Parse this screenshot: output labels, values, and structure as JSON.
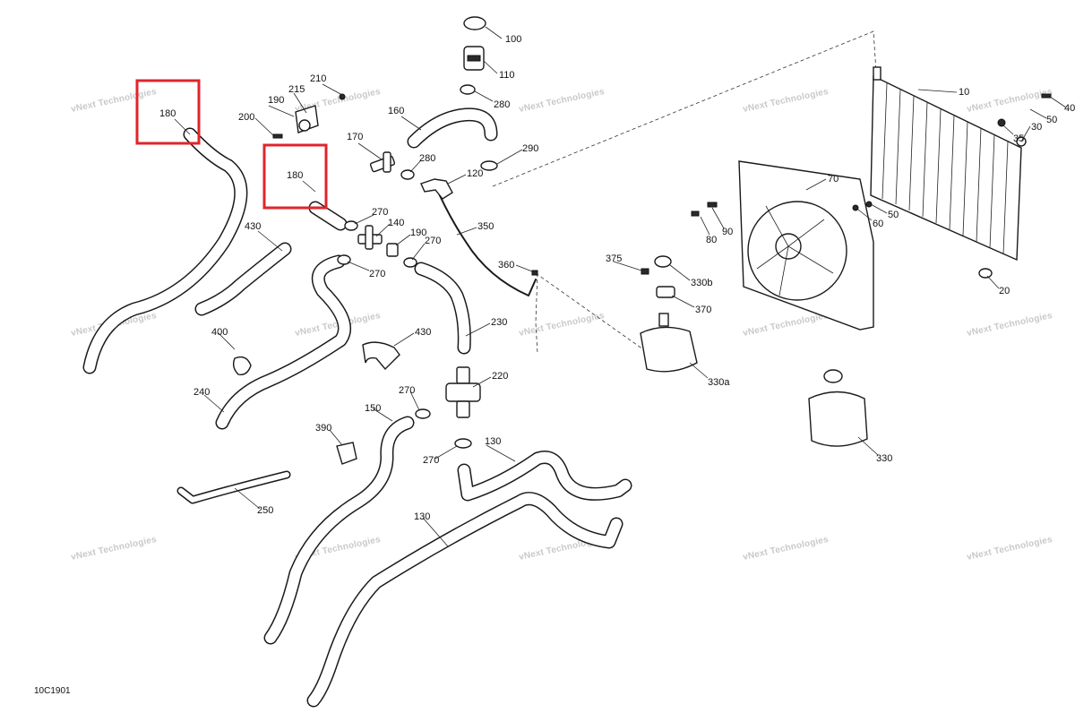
{
  "diagram": {
    "ref_code": "10C1901",
    "watermark": "vNext Technologies",
    "highlight_color": "#e0242b",
    "labels": [
      {
        "id": "l100",
        "text": "100"
      },
      {
        "id": "l110",
        "text": "110"
      },
      {
        "id": "l280a",
        "text": "280"
      },
      {
        "id": "l290",
        "text": "290"
      },
      {
        "id": "l160",
        "text": "160"
      },
      {
        "id": "l170",
        "text": "170"
      },
      {
        "id": "l280b",
        "text": "280"
      },
      {
        "id": "l120",
        "text": "120"
      },
      {
        "id": "l210",
        "text": "210"
      },
      {
        "id": "l215",
        "text": "215"
      },
      {
        "id": "l190a",
        "text": "190"
      },
      {
        "id": "l200",
        "text": "200"
      },
      {
        "id": "l180a",
        "text": "180"
      },
      {
        "id": "l180b",
        "text": "180"
      },
      {
        "id": "l270a",
        "text": "270"
      },
      {
        "id": "l140",
        "text": "140"
      },
      {
        "id": "l190b",
        "text": "190"
      },
      {
        "id": "l270b",
        "text": "270"
      },
      {
        "id": "l270c",
        "text": "270"
      },
      {
        "id": "l350",
        "text": "350"
      },
      {
        "id": "l360",
        "text": "360"
      },
      {
        "id": "l430a",
        "text": "430"
      },
      {
        "id": "l430b",
        "text": "430"
      },
      {
        "id": "l400",
        "text": "400"
      },
      {
        "id": "l240",
        "text": "240"
      },
      {
        "id": "l230",
        "text": "230"
      },
      {
        "id": "l220",
        "text": "220"
      },
      {
        "id": "l270d",
        "text": "270"
      },
      {
        "id": "l150",
        "text": "150"
      },
      {
        "id": "l270e",
        "text": "270"
      },
      {
        "id": "l390",
        "text": "390"
      },
      {
        "id": "l130a",
        "text": "130"
      },
      {
        "id": "l130b",
        "text": "130"
      },
      {
        "id": "l250",
        "text": "250"
      },
      {
        "id": "l375",
        "text": "375"
      },
      {
        "id": "l330b",
        "text": "330b"
      },
      {
        "id": "l370",
        "text": "370"
      },
      {
        "id": "l330a",
        "text": "330a"
      },
      {
        "id": "l330",
        "text": "330"
      },
      {
        "id": "l70",
        "text": "70"
      },
      {
        "id": "l80",
        "text": "80"
      },
      {
        "id": "l90",
        "text": "90"
      },
      {
        "id": "l60",
        "text": "60"
      },
      {
        "id": "l50a",
        "text": "50"
      },
      {
        "id": "l10",
        "text": "10"
      },
      {
        "id": "l40",
        "text": "40"
      },
      {
        "id": "l50b",
        "text": "50"
      },
      {
        "id": "l30",
        "text": "30"
      },
      {
        "id": "l35",
        "text": "35"
      },
      {
        "id": "l20",
        "text": "20"
      }
    ]
  }
}
